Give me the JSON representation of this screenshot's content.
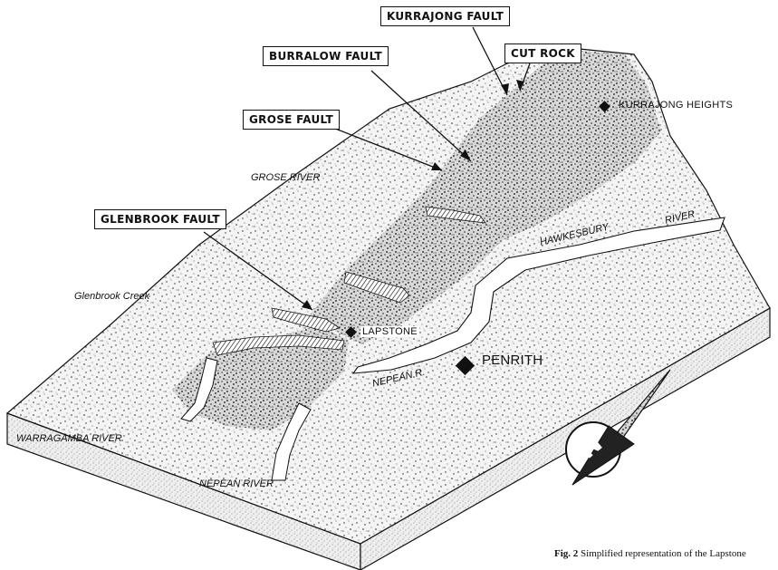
{
  "figure": {
    "fault_labels": {
      "kurrajong": "KURRAJONG FAULT",
      "cut_rock": "CUT ROCK",
      "burralow": "BURRALOW FAULT",
      "grose": "GROSE FAULT",
      "glenbrook": "GLENBROOK FAULT"
    },
    "rivers": {
      "grose": "GROSE RIVER",
      "glenbrook_creek": "Glenbrook Creek",
      "hawkesbury": "HAWKESBURY",
      "river": "RIVER",
      "nepean_r": "NEPEAN R.",
      "warragamba": "WARRAGAMBA RIVER",
      "nepean": "NEPEAN RIVER"
    },
    "towns": {
      "kurrajong_heights": "KURRAJONG HEIGHTS",
      "lapstone": "LAPSTONE",
      "penrith": "PENRITH"
    },
    "compass": {
      "letter": "N",
      "icon": "north-arrow-icon"
    }
  },
  "caption": {
    "number": "Fig. 2",
    "text": "Simplified representation of the Lapstone"
  }
}
